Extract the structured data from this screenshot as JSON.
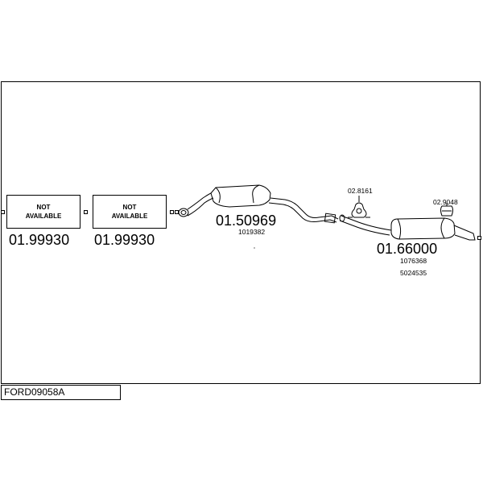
{
  "diagram": {
    "code": "FORD09058A",
    "parts": [
      {
        "box_line1": "NOT",
        "box_line2": "AVAILABLE",
        "number": "01.99930"
      },
      {
        "box_line1": "NOT",
        "box_line2": "AVAILABLE",
        "number": "01.99930"
      },
      {
        "number": "01.50969",
        "refs": [
          "1019382"
        ]
      },
      {
        "number": "01.66000",
        "refs": [
          "1076368",
          "5024535"
        ]
      }
    ],
    "hardware": [
      {
        "number": "02.8161"
      },
      {
        "number": "02.9048"
      }
    ]
  }
}
